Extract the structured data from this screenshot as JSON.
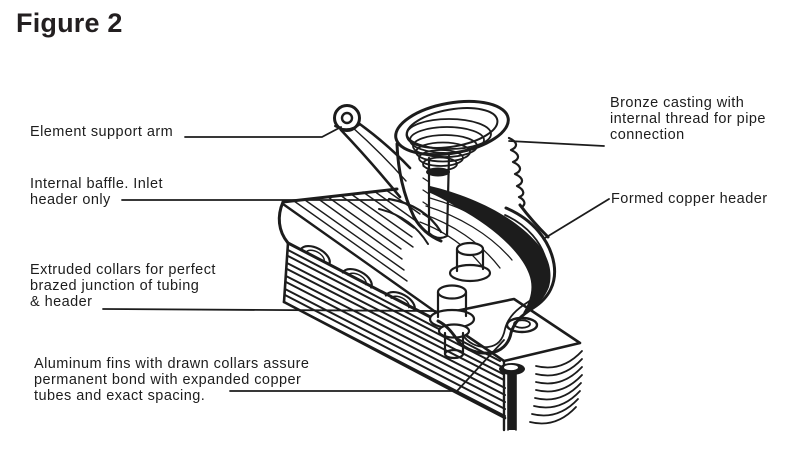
{
  "figure": {
    "title": "Figure 2"
  },
  "colors": {
    "ink": "#1c1c1c",
    "background": "#ffffff"
  },
  "labels": {
    "element_support_arm": "Element support arm",
    "internal_baffle": "Internal baffle. Inlet\nheader only",
    "extruded_collars": "Extruded collars for perfect\nbrazed junction of tubing\n& header",
    "aluminum_fins": "Aluminum fins with drawn collars assure\npermanent bond with expanded copper\ntubes and exact spacing.",
    "bronze_casting": "Bronze casting with\ninternal thread for pipe\nconnection",
    "formed_copper_header": "Formed copper header"
  }
}
